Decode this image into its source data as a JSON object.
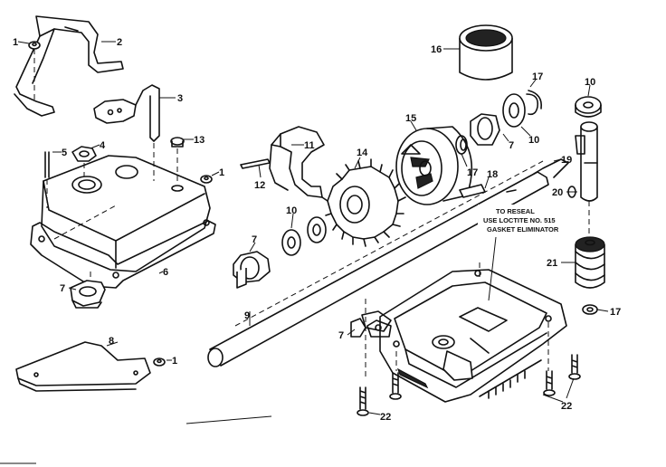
{
  "callouts": {
    "c1a": "1",
    "c2": "2",
    "c3": "3",
    "c4": "4",
    "c5": "5",
    "c13": "13",
    "c1b": "1",
    "c11": "11",
    "c12": "12",
    "c14": "14",
    "c10a": "10",
    "c7a": "7",
    "c15": "15",
    "c17a": "17",
    "c16": "16",
    "c17b": "17",
    "c7b": "7",
    "c10b": "10",
    "c18": "18",
    "c19": "19",
    "c10c": "10",
    "c20": "20",
    "c21": "21",
    "c17c": "17",
    "c6": "6",
    "c7c": "7",
    "c8": "8",
    "c1c": "1",
    "c9": "9",
    "c7d": "7",
    "c22a": "22",
    "c22b": "22"
  },
  "note": {
    "line1": "TO RESEAL",
    "line2": "USE LOCTITE NO. 515",
    "line3": "GASKET ELIMINATOR"
  }
}
